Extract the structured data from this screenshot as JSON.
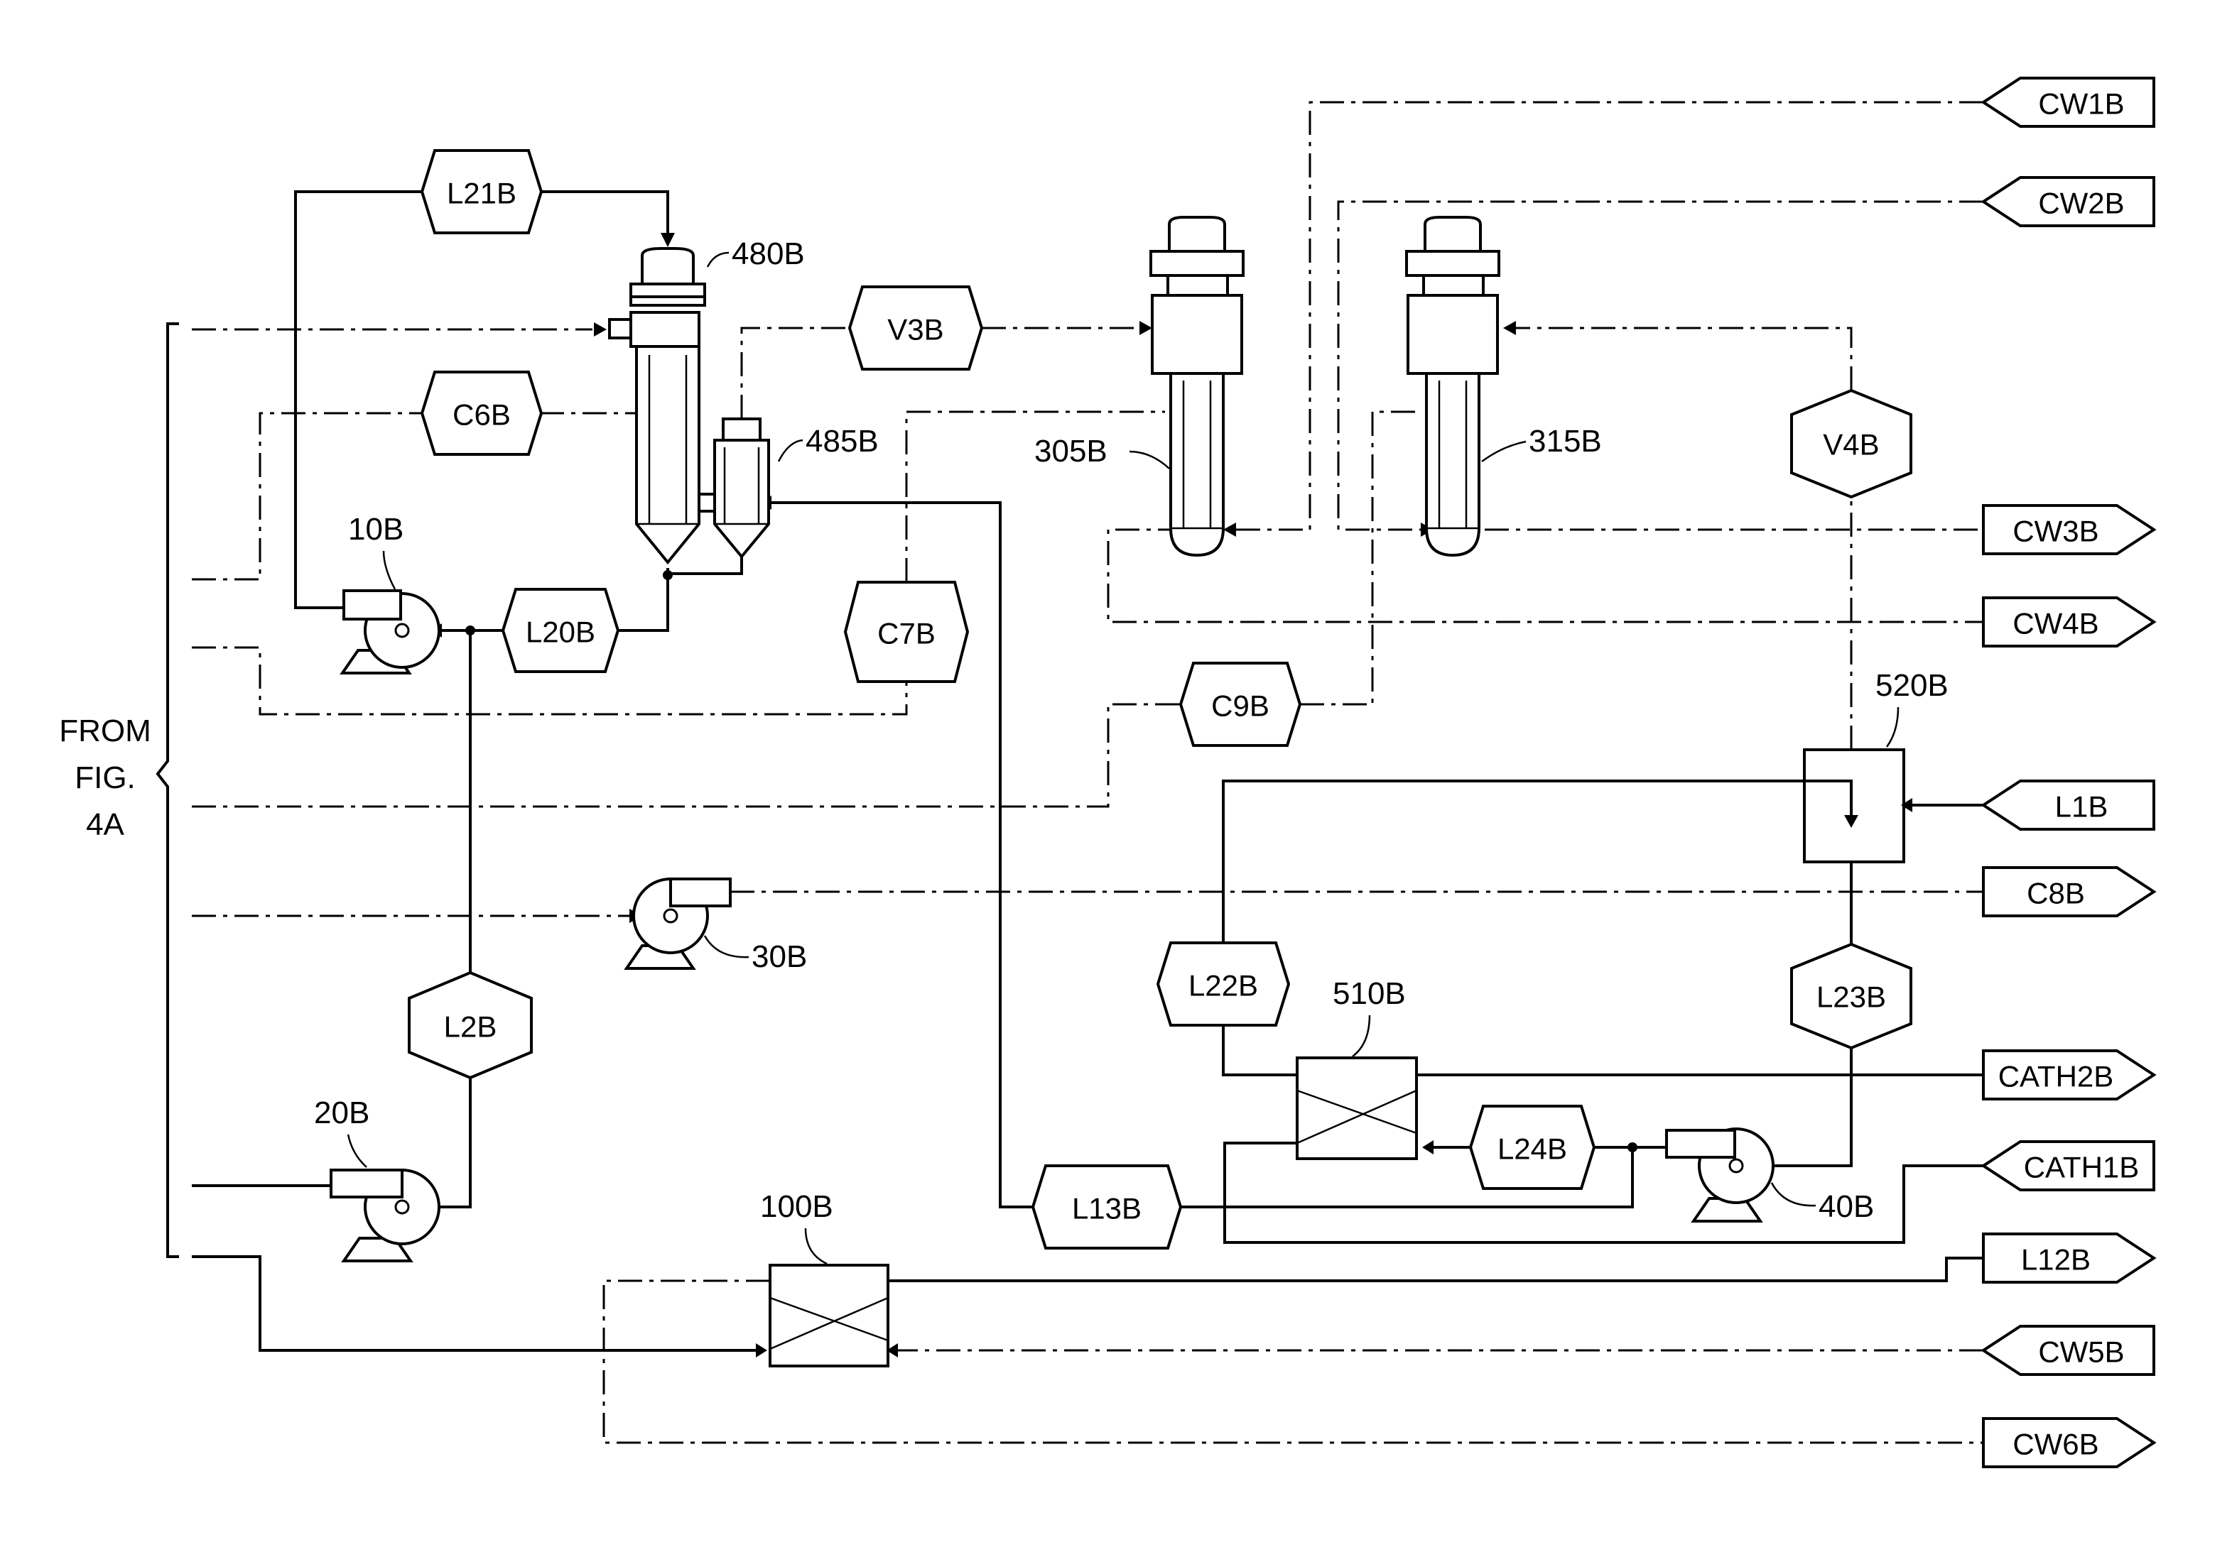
{
  "source_text": {
    "lines": [
      "FROM",
      "FIG.",
      "4A"
    ]
  },
  "tags": {
    "L21B": "L21B",
    "L20B": "L20B",
    "C6B": "C6B",
    "V3B": "V3B",
    "C7B": "C7B",
    "C9B": "C9B",
    "V4B": "V4B",
    "L2B": "L2B",
    "L22B": "L22B",
    "L23B": "L23B",
    "L24B": "L24B",
    "L13B": "L13B"
  },
  "offpage": {
    "CW1B": "CW1B",
    "CW2B": "CW2B",
    "CW3B": "CW3B",
    "CW4B": "CW4B",
    "L1B": "L1B",
    "C8B": "C8B",
    "CATH2B": "CATH2B",
    "CATH1B": "CATH1B",
    "L12B": "L12B",
    "CW5B": "CW5B",
    "CW6B": "CW6B"
  },
  "equipment": {
    "480B": "480B",
    "485B": "485B",
    "305B": "305B",
    "315B": "315B",
    "520B": "520B",
    "510B": "510B",
    "100B": "100B",
    "10B": "10B",
    "20B": "20B",
    "30B": "30B",
    "40B": "40B"
  }
}
